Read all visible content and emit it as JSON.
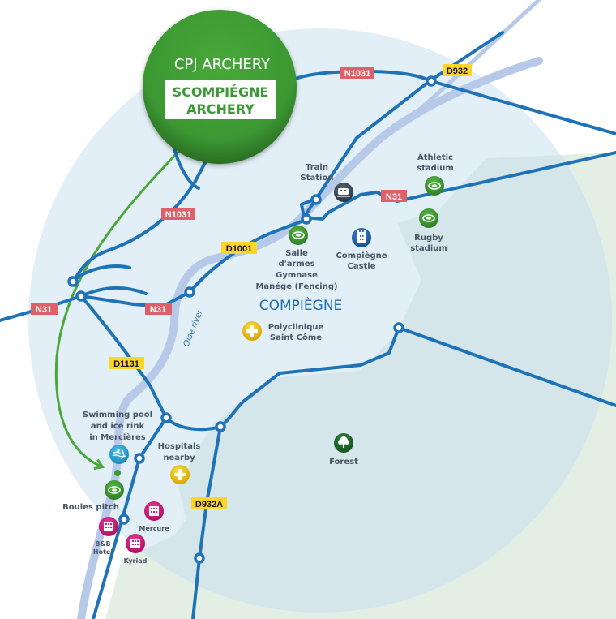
{
  "colors": {
    "zone_circle": "#e1eef6",
    "forest_zone": "#e3eee4",
    "forest_in_circle": "#d4e6ea",
    "road": "#1e73b8",
    "river": "#b7c9e8",
    "arrow": "#4aa83a",
    "national_road_badge": "#de6169",
    "departmental_road_badge": "#fbd52a",
    "hero_circle": "#3f9e35",
    "sport_icon": "#3f9a2e",
    "station_icon": "#3d4a57",
    "castle_icon": "#1e66b0",
    "health_icon": "#f2c10f",
    "hotel_icon": "#d5157a",
    "pool_icon": "#2ea6d6",
    "forest_icon": "#1f6e2e",
    "label_text": "#4a5566",
    "city_text": "#1f6fb2"
  },
  "hero": {
    "title": "CPJ ARCHERY",
    "subtitle_line1": "SCOMPIÉGNE",
    "subtitle_line2": "ARCHERY"
  },
  "city": {
    "name": "COMPIÈGNE"
  },
  "river": {
    "name": "Oise river"
  },
  "roads": {
    "n1031_top": "N1031",
    "d932": "D932",
    "n1031_left": "N1031",
    "n31_east": "N31",
    "d1001": "D1001",
    "n31_west": "N31",
    "n31_mid": "N31",
    "d1131": "D1131",
    "d932a": "D932A"
  },
  "pois": {
    "train_station": {
      "line1": "Train",
      "line2": "Station",
      "icon": "train-icon"
    },
    "athletic_stadium": {
      "line1": "Athletic",
      "line2": "stadium",
      "icon": "stadium-icon"
    },
    "rugby_stadium": {
      "line1": "Rugby",
      "line2": "stadium",
      "icon": "stadium-icon"
    },
    "salle_armes": {
      "line1": "Salle",
      "line2": "d'armes",
      "line3": "Gymnase",
      "line4": "Manége (Fencing)",
      "icon": "stadium-icon"
    },
    "castle": {
      "line1": "Compiègne",
      "line2": "Castle",
      "icon": "castle-icon"
    },
    "polyclinique": {
      "line1": "Polyclinique",
      "line2": "Saint Côme",
      "icon": "health-cross-icon"
    },
    "swimming_pool": {
      "line1": "Swimming pool",
      "line2": "and ice rink",
      "line3": "in Mercières",
      "icon": "swimmer-skater-icon"
    },
    "hospitals": {
      "line1": "Hospitals",
      "line2": "nearby",
      "icon": "health-cross-icon"
    },
    "boules_pitch": {
      "line1": "Boules pitch",
      "icon": "stadium-icon"
    },
    "mercure": {
      "line1": "Mercure",
      "icon": "hotel-icon"
    },
    "bb_hotel": {
      "line1": "B&B",
      "line2": "Hotel",
      "icon": "hotel-icon"
    },
    "kyriad": {
      "line1": "Kyriad",
      "icon": "hotel-icon"
    },
    "forest": {
      "line1": "Forest",
      "icon": "tree-icon"
    }
  }
}
